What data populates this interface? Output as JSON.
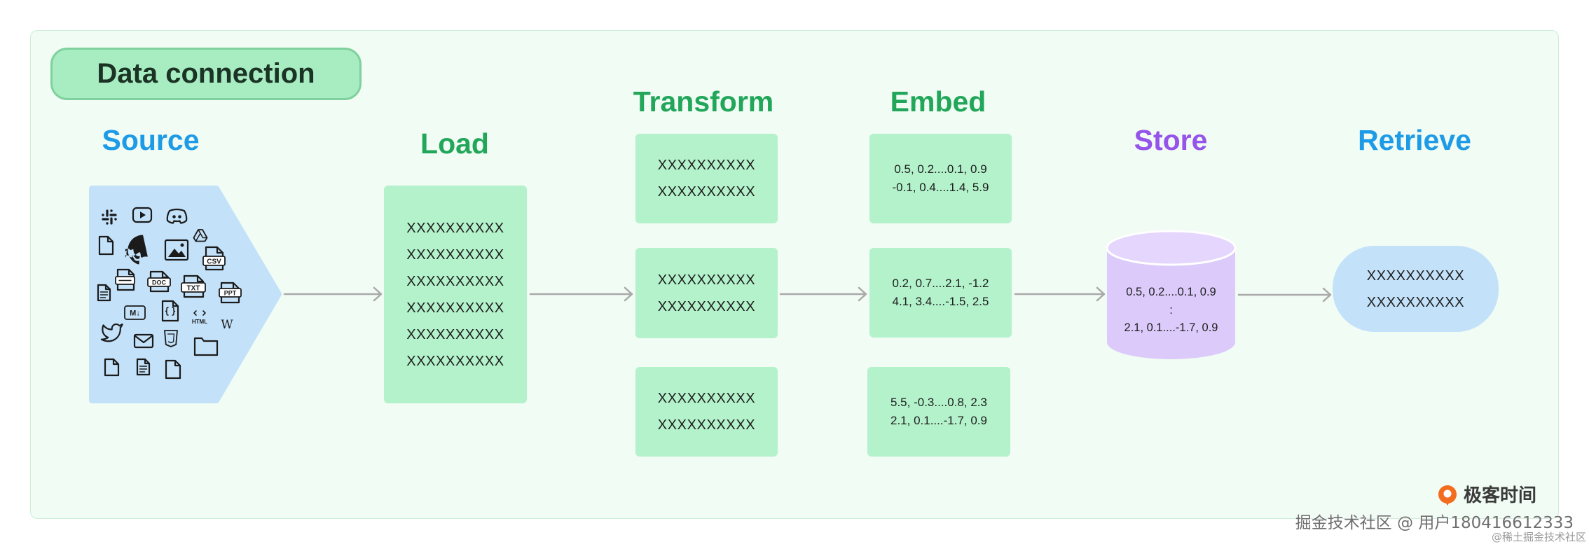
{
  "diagram": {
    "title": "Data connection",
    "source": {
      "label": "Source",
      "icons": [
        "slack-icon",
        "youtube-icon",
        "discord-icon",
        "google-drive-icon",
        "file-icon",
        "github-icon",
        "image-icon",
        "csv-icon",
        "spreadsheet-file-icon",
        "doc-icon",
        "txt-icon",
        "ppt-icon",
        "document-icon",
        "markdown-icon",
        "code-file-icon",
        "html-icon",
        "wikipedia-icon",
        "twitter-icon",
        "mail-icon",
        "css-icon",
        "folder-icon",
        "file-icon",
        "document-icon",
        "file-icon"
      ],
      "icon_labels": {
        "csv": "CSV",
        "doc": "DOC",
        "txt": "TXT",
        "ppt": "PPT",
        "markdown": "M↓",
        "html": "HTML",
        "wikipedia": "W"
      }
    },
    "load": {
      "label": "Load",
      "rows": [
        "XXXXXXXXXX",
        "XXXXXXXXXX",
        "XXXXXXXXXX",
        "XXXXXXXXXX",
        "XXXXXXXXXX",
        "XXXXXXXXXX"
      ]
    },
    "transform": {
      "label": "Transform",
      "chunks": [
        [
          "XXXXXXXXXX",
          "XXXXXXXXXX"
        ],
        [
          "XXXXXXXXXX",
          "XXXXXXXXXX"
        ],
        [
          "XXXXXXXXXX",
          "XXXXXXXXXX"
        ]
      ]
    },
    "embed": {
      "label": "Embed",
      "vectors": [
        [
          "0.5, 0.2....0.1, 0.9",
          "-0.1, 0.4....1.4, 5.9"
        ],
        [
          "0.2, 0.7....2.1, -1.2",
          "4.1, 3.4....-1.5, 2.5"
        ],
        [
          "5.5, -0.3....0.8, 2.3",
          "2.1, 0.1....-1.7, 0.9"
        ]
      ]
    },
    "store": {
      "label": "Store",
      "lines": [
        "0.5, 0.2....0.1, 0.9",
        ":",
        "2.1, 0.1....-1.7, 0.9"
      ]
    },
    "retrieve": {
      "label": "Retrieve",
      "rows": [
        "XXXXXXXXXX",
        "XXXXXXXXXX"
      ]
    }
  },
  "brand": {
    "name": "极客时间",
    "icon": "geektime-logo-icon"
  },
  "watermark": {
    "line1": "掘金技术社区 @ 用户180416612333",
    "line2": "@稀土掘金技术社区"
  },
  "colors": {
    "panel_bg": "#f1fcf4",
    "panel_border": "#cdeed9",
    "pill_bg": "#a8ecc2",
    "pill_border": "#7fd19d",
    "green_box": "#b3f2cb",
    "blue_shape": "#c3e2fa",
    "store_body": "#dccbfa",
    "store_top": "#e4d6fc",
    "source_blue": "#1e9be6",
    "stage_green": "#21a65a",
    "store_purple": "#9554ea",
    "arrow_gray": "#a9a9a9",
    "brand_orange": "#f26d1f",
    "ink": "#1b1b1b"
  }
}
